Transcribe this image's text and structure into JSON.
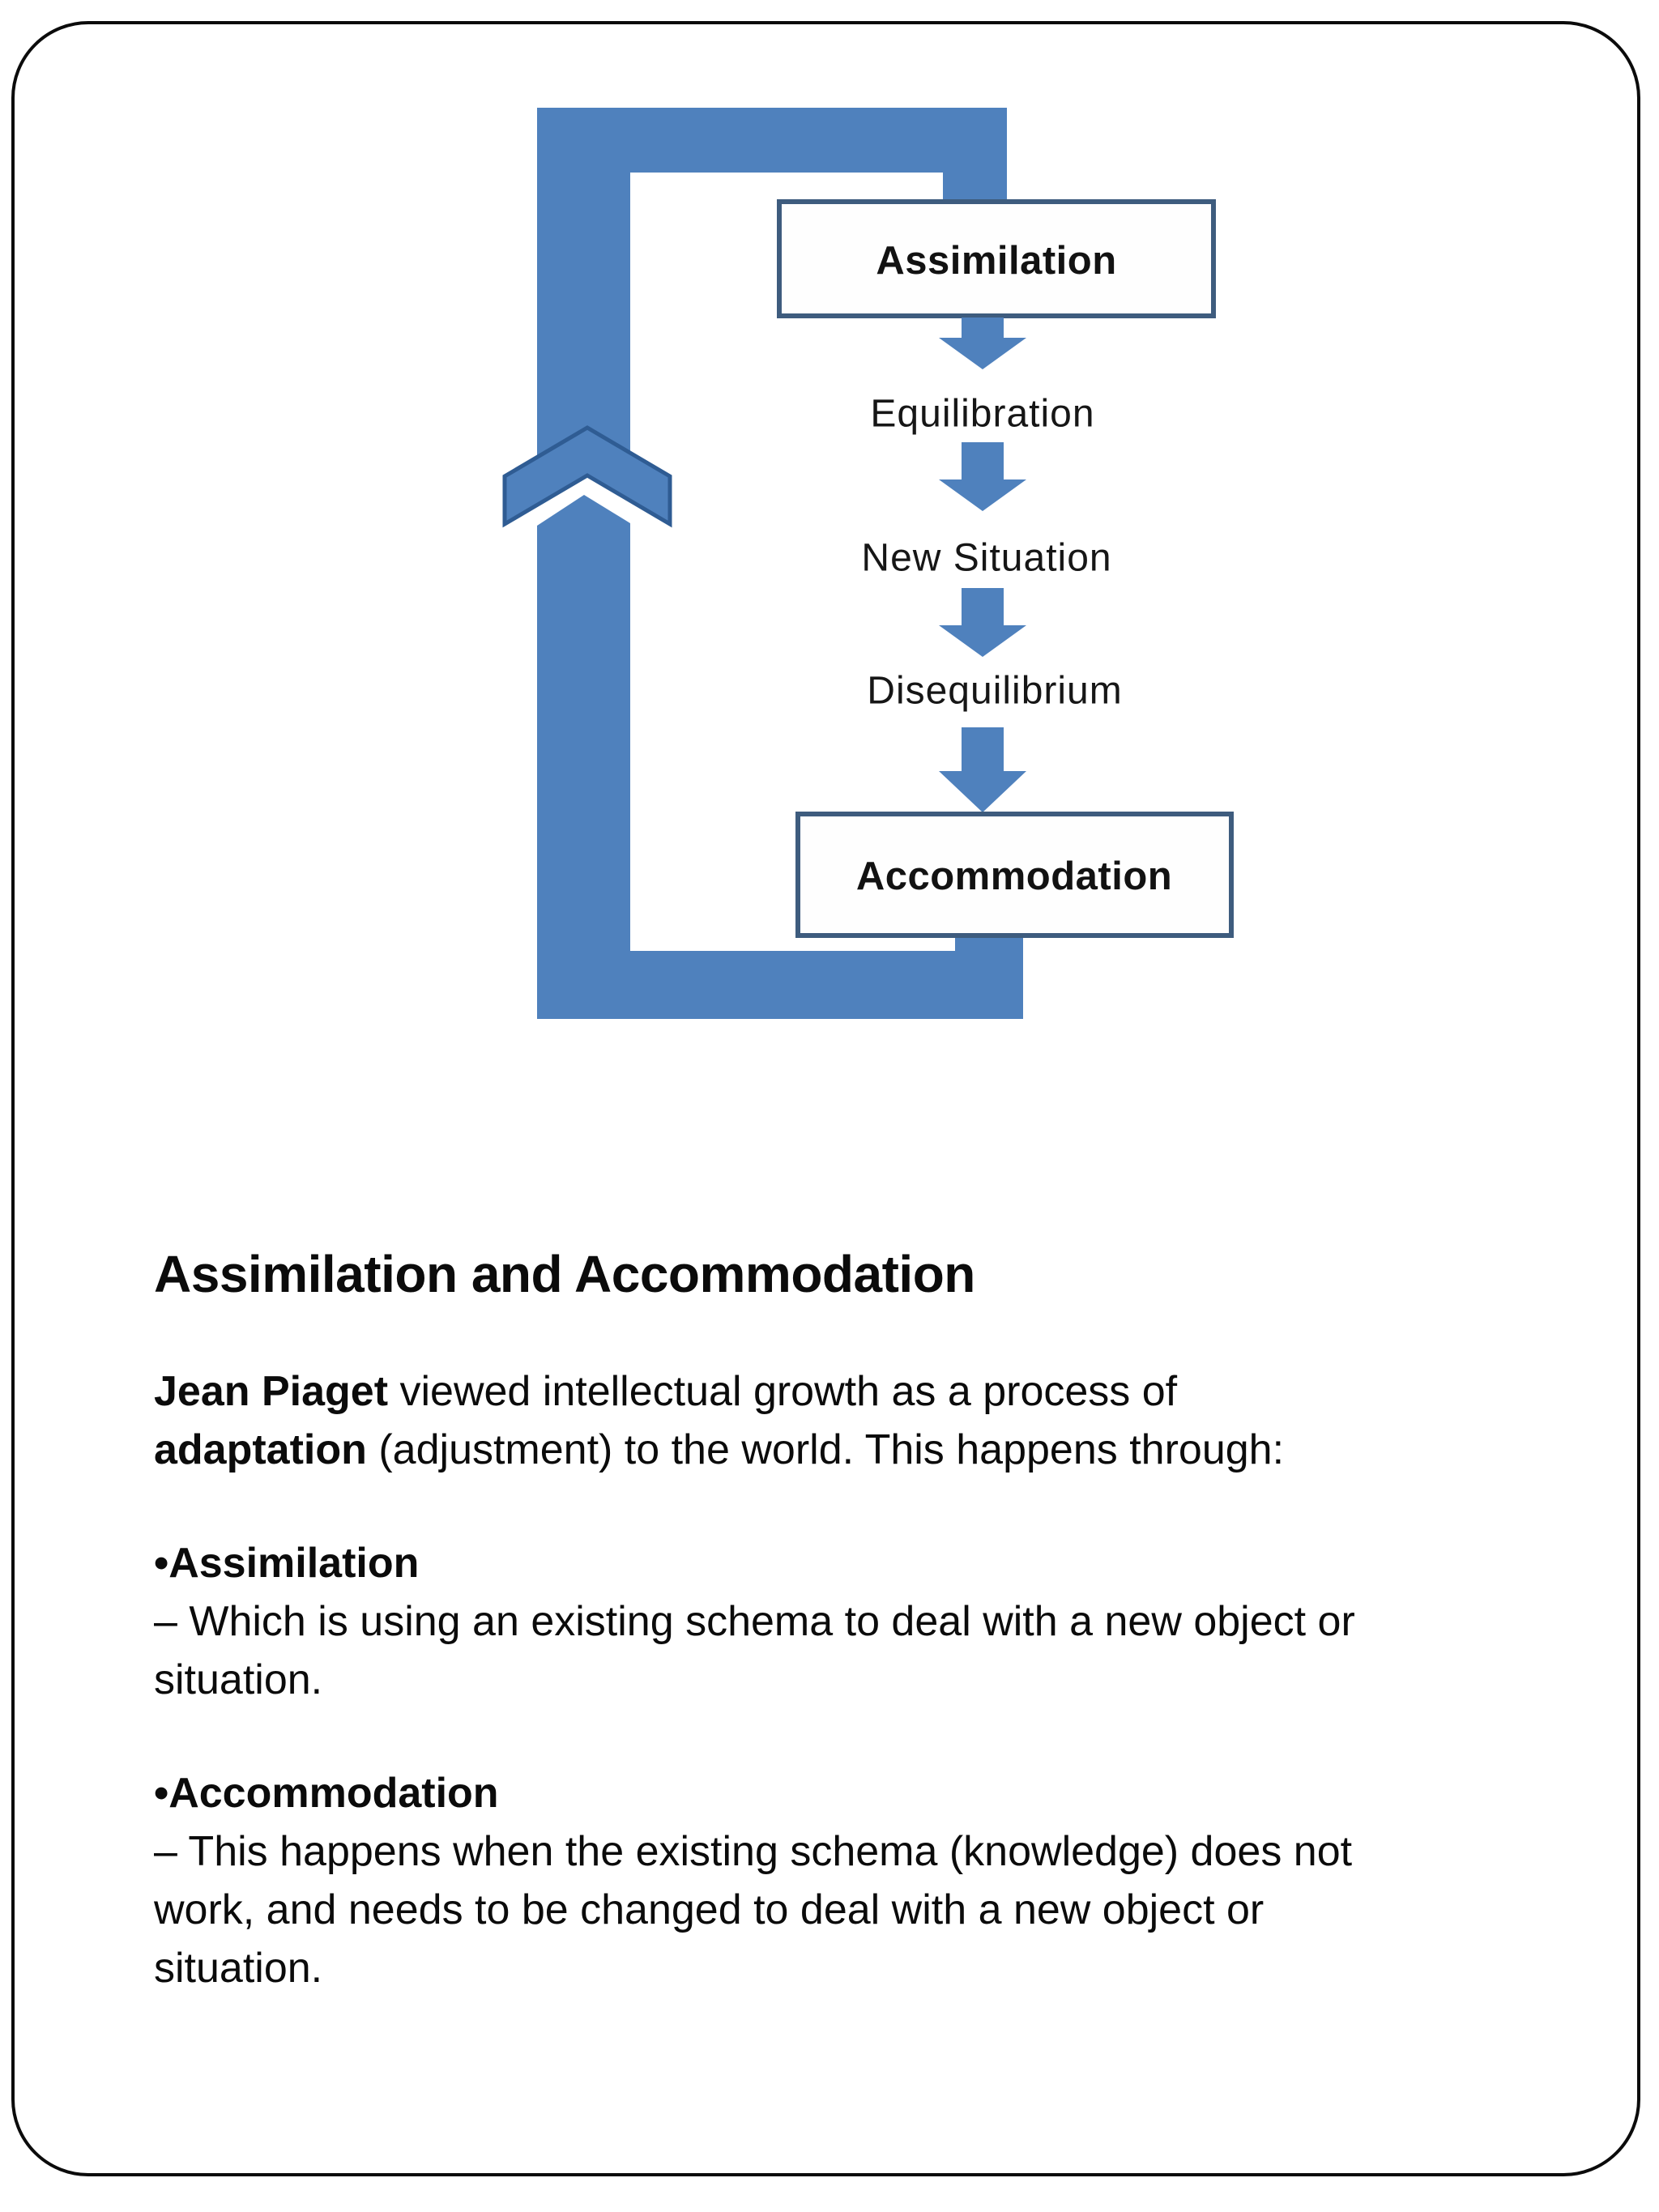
{
  "page": {
    "background": "#ffffff",
    "border_color": "#0b0b0b"
  },
  "diagram": {
    "colors": {
      "arrow_blue": "#4f81bd",
      "chevron_outline": "#2f5c93",
      "box_border": "#3e5c7e",
      "box_fill": "#fefefe",
      "label_color": "#161616"
    },
    "boxes": [
      {
        "label": "Assimilation"
      },
      {
        "label": "Accommodation"
      }
    ],
    "steps": [
      "Equilibration",
      "New Situation",
      "Disequilibrium"
    ]
  },
  "body": {
    "heading": "Assimilation and Accommodation",
    "intro_line1_bold": "Jean Piaget",
    "intro_line1_rest": " viewed intellectual growth as a process of",
    "intro_line2_bold": "adaptation",
    "intro_line2_rest": " (adjustment) to the world. This happens through:",
    "bullet1_term": "•Assimilation",
    "bullet1_line1": "– Which is using an existing schema to deal with a new object or",
    "bullet1_line2": "situation.",
    "bullet2_term": "•Accommodation",
    "bullet2_line1": "– This happens when the existing schema (knowledge) does not",
    "bullet2_line2": "work, and needs to be changed to deal with a new object or",
    "bullet2_line3": "situation."
  }
}
